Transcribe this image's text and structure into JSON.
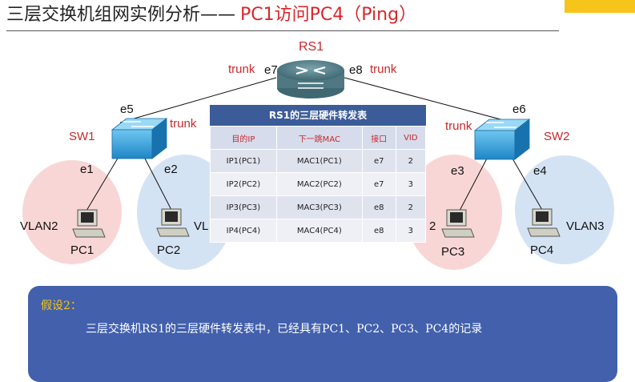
{
  "title": {
    "main": "三层交换机组网实例分析——",
    "sub": "PC1访问PC4（Ping）"
  },
  "colors": {
    "accent_red": "#c8282b",
    "table_header": "#3b5c99",
    "note_bg": "#4260ac",
    "vlan2_bg": "#f9d6d6",
    "vlan3_bg": "#d4e3f4",
    "corner": "#f7c41b"
  },
  "devices": {
    "router": {
      "name": "RS1",
      "port_left": "e7",
      "port_right": "e8",
      "trunk_left": "trunk",
      "trunk_right": "trunk"
    },
    "sw1": {
      "name": "SW1",
      "uplink_port": "e5",
      "trunk": "trunk",
      "port_a": "e1",
      "port_b": "e2"
    },
    "sw2": {
      "name": "SW2",
      "uplink_port": "e6",
      "trunk": "trunk",
      "port_a": "e3",
      "port_b": "e4"
    },
    "hosts": [
      {
        "name": "PC1",
        "vlan": "VLAN2"
      },
      {
        "name": "PC2",
        "vlan": "VL"
      },
      {
        "name": "PC3",
        "vlan": "2"
      },
      {
        "name": "PC4",
        "vlan": "VLAN3"
      }
    ]
  },
  "table": {
    "caption": "RS1的三层硬件转发表",
    "headers": [
      "目的IP",
      "下一跳MAC",
      "接口",
      "VID"
    ],
    "rows": [
      [
        "IP1(PC1)",
        "MAC1(PC1)",
        "e7",
        "2"
      ],
      [
        "IP2(PC2)",
        "MAC2(PC2)",
        "e7",
        "3"
      ],
      [
        "IP3(PC3)",
        "MAC3(PC3)",
        "e8",
        "2"
      ],
      [
        "IP4(PC4)",
        "MAC4(PC4)",
        "e8",
        "3"
      ]
    ]
  },
  "note": {
    "title": "假设2：",
    "text": "三层交换机RS1的三层硬件转发表中，已经具有PC1、PC2、PC3、PC4的记录"
  },
  "icons": [
    "router-icon",
    "switch-icon",
    "pc-icon"
  ]
}
